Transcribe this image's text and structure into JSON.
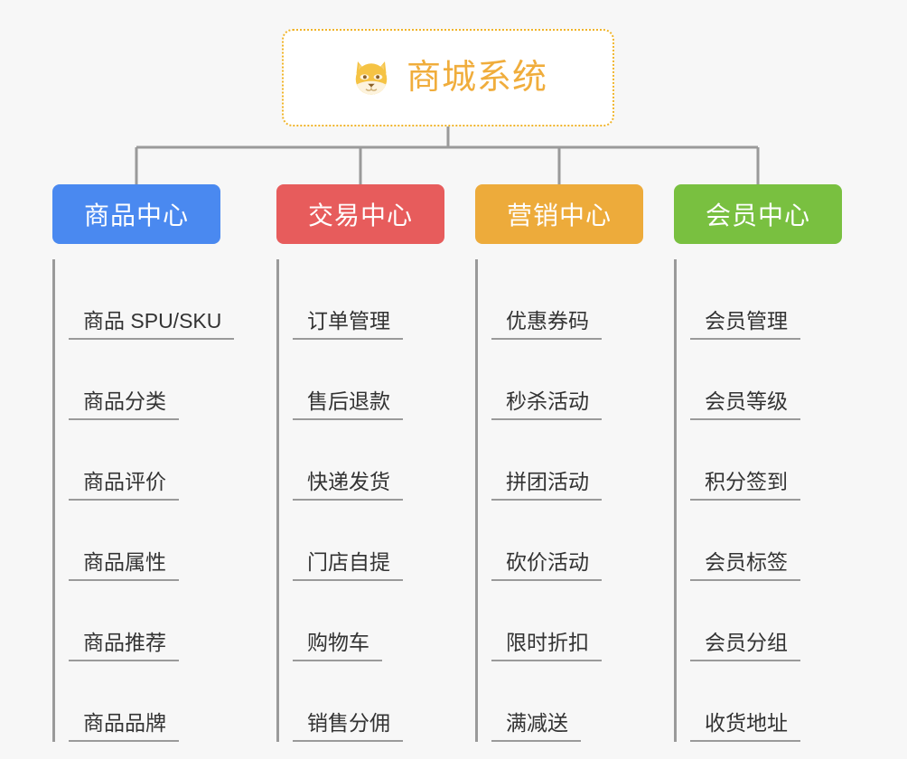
{
  "root": {
    "title": "商城系统",
    "icon": "dog-face-emoji",
    "border_color": "#f0b429",
    "text_color": "#f0ad3c",
    "background": "#ffffff"
  },
  "canvas": {
    "background": "#f7f7f7",
    "connector_color": "#9a9a9a"
  },
  "branches": [
    {
      "id": "product-center",
      "label": "商品中心",
      "color": "#4a89f0",
      "items": [
        "商品 SPU/SKU",
        "商品分类",
        "商品评价",
        "商品属性",
        "商品推荐",
        "商品品牌"
      ]
    },
    {
      "id": "trade-center",
      "label": "交易中心",
      "color": "#e75c5c",
      "items": [
        "订单管理",
        "售后退款",
        "快递发货",
        "门店自提",
        "购物车",
        "销售分佣"
      ]
    },
    {
      "id": "marketing-center",
      "label": "营销中心",
      "color": "#edab3b",
      "items": [
        "优惠券码",
        "秒杀活动",
        "拼团活动",
        "砍价活动",
        "限时折扣",
        "满减送"
      ]
    },
    {
      "id": "member-center",
      "label": "会员中心",
      "color": "#79c040",
      "items": [
        "会员管理",
        "会员等级",
        "积分签到",
        "会员标签",
        "会员分组",
        "收货地址"
      ]
    }
  ]
}
